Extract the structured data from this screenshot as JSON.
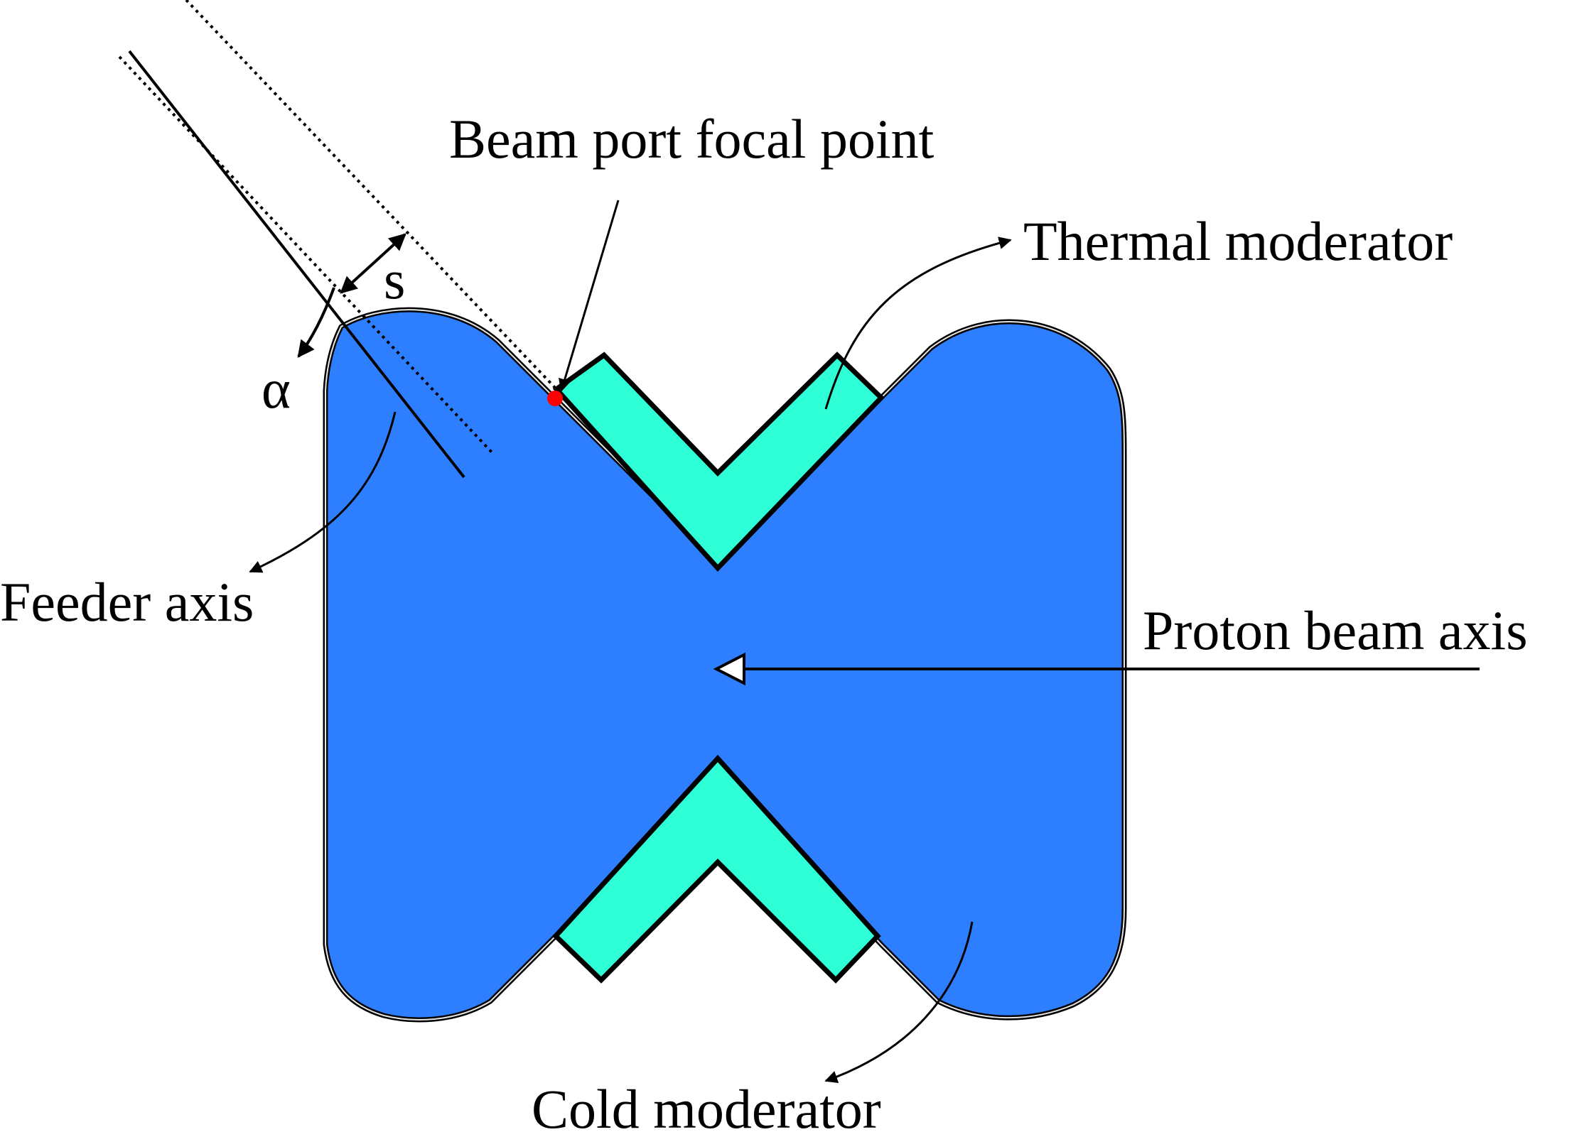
{
  "labels": {
    "beam_port_focal_point": "Beam port focal point",
    "thermal_moderator": "Thermal moderator",
    "proton_beam_axis": "Proton beam axis",
    "feeder_axis": "Feeder axis",
    "cold_moderator": "Cold moderator",
    "s_symbol": "s",
    "alpha_symbol": "α"
  },
  "colors": {
    "cold_moderator": "#2e7fff",
    "thermal_moderator": "#2fffd6",
    "focal_point": "#ff0000",
    "outline": "#000000"
  }
}
